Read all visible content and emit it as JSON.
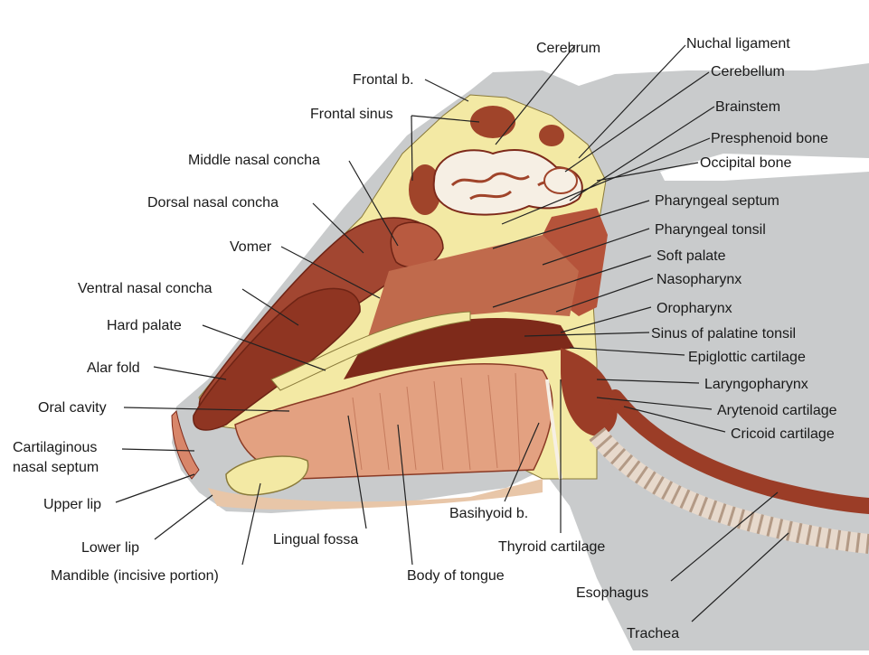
{
  "labels": {
    "frontal_b": "Frontal b.",
    "frontal_sinus": "Frontal sinus",
    "middle_nasal_concha": "Middle nasal concha",
    "dorsal_nasal_concha": "Dorsal nasal concha",
    "vomer": "Vomer",
    "ventral_nasal_concha": "Ventral nasal concha",
    "hard_palate": "Hard palate",
    "alar_fold": "Alar fold",
    "oral_cavity": "Oral cavity",
    "cartilaginous_1": "Cartilaginous",
    "cartilaginous_2": "nasal septum",
    "upper_lip": "Upper lip",
    "lower_lip": "Lower lip",
    "mandible": "Mandible (incisive portion)",
    "lingual_fossa": "Lingual fossa",
    "body_of_tongue": "Body of tongue",
    "basihyoid": "Basihyoid b.",
    "thyroid_cartilage": "Thyroid cartilage",
    "esophagus": "Esophagus",
    "trachea": "Trachea",
    "cerebrum": "Cerebrum",
    "nuchal_ligament": "Nuchal ligament",
    "cerebellum": "Cerebellum",
    "brainstem": "Brainstem",
    "presphenoid_bone": "Presphenoid bone",
    "occipital_bone": "Occipital bone",
    "pharyngeal_septum": "Pharyngeal septum",
    "pharyngeal_tonsil": "Pharyngeal tonsil",
    "soft_palate": "Soft palate",
    "nasopharynx": "Nasopharynx",
    "oropharynx": "Oropharynx",
    "sinus_palatine_tonsil": "Sinus of palatine tonsil",
    "epiglottic_cartilage": "Epiglottic cartilage",
    "laryngopharynx": "Laryngopharynx",
    "arytenoid_cartilage": "Arytenoid cartilage",
    "cricoid_cartilage": "Cricoid cartilage"
  },
  "colors": {
    "background": "#ffffff",
    "body_silhouette": "#c9cbcc",
    "bone": "#f3e9a4",
    "muscle": "#b5533a",
    "muscle_dark": "#7e2a1a",
    "muscle_light": "#d8866a",
    "brain": "#f6efe4",
    "tongue": "#e3a181",
    "trachea_ring": "#e7d9cc",
    "label_text": "#1a1a1a",
    "leader_line": "#222222"
  }
}
